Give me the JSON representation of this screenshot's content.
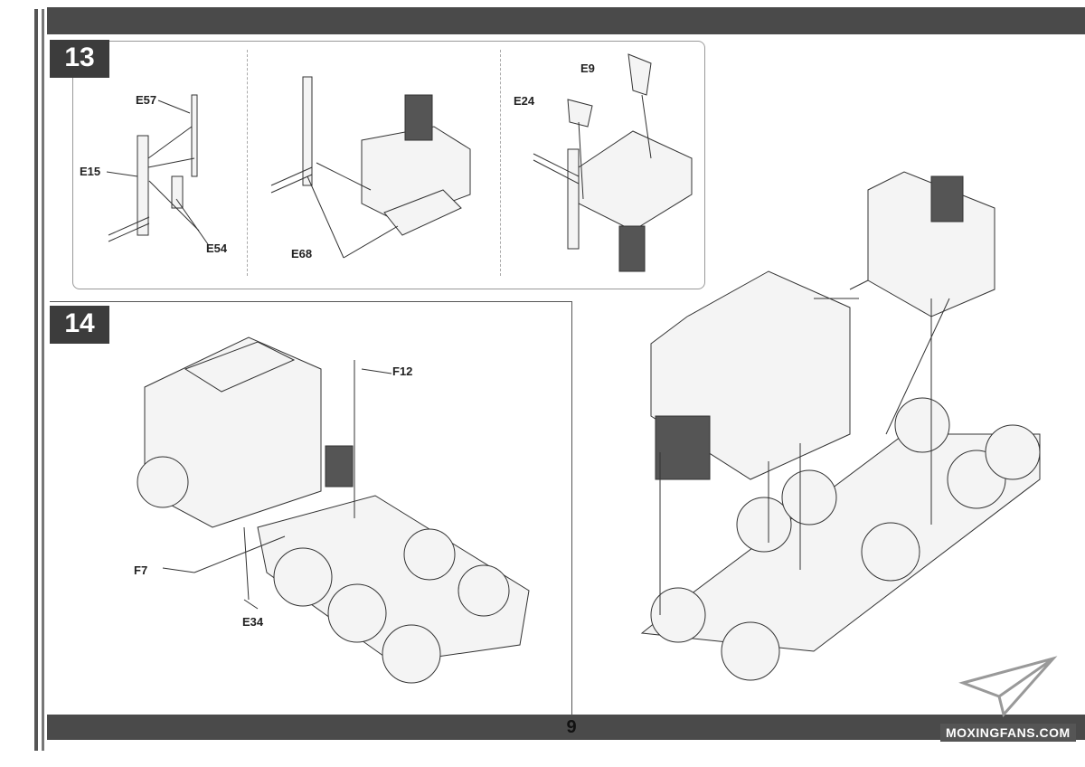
{
  "page_number": "9",
  "step13": {
    "number": "13",
    "parts": [
      "E57",
      "E15",
      "E54",
      "E68",
      "E24",
      "E9"
    ]
  },
  "step14": {
    "number": "14",
    "parts": [
      "F12",
      "F7",
      "E34"
    ]
  },
  "watermark": "MOXINGFANS.COM"
}
